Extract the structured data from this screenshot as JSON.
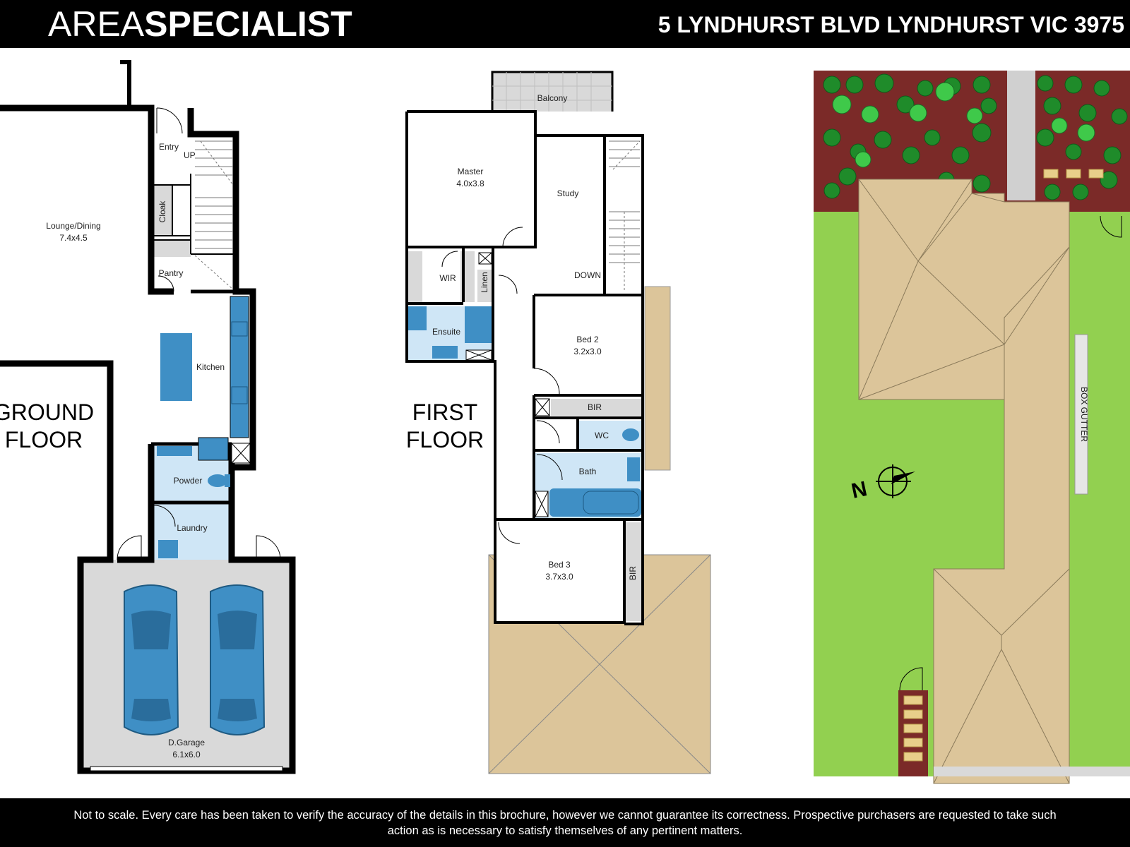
{
  "header": {
    "brand_light": "AREA",
    "brand_bold": "SPECIALIST",
    "address": "5 LYNDHURST BLVD LYNDHURST VIC 3975"
  },
  "ground_floor": {
    "title_line1": "GROUND",
    "title_line2": "FLOOR",
    "entry": "Entry",
    "up": "UP",
    "lounge": "Lounge/Dining",
    "lounge_size": "7.4x4.5",
    "cloak": "Cloak",
    "pantry": "Pantry",
    "kitchen": "Kitchen",
    "powder": "Powder",
    "laundry": "Laundry",
    "garage": "D.Garage",
    "garage_size": "6.1x6.0"
  },
  "first_floor": {
    "title_line1": "FIRST",
    "title_line2": "FLOOR",
    "balcony": "Balcony",
    "master": "Master",
    "master_size": "4.0x3.8",
    "study": "Study",
    "wir": "WIR",
    "linen": "Linen",
    "down": "DOWN",
    "ensuite": "Ensuite",
    "bed2": "Bed 2",
    "bed2_size": "3.2x3.0",
    "bir": "BIR",
    "wc": "WC",
    "bath": "Bath",
    "bed3": "Bed 3",
    "bed3_size": "3.7x3.0",
    "bir2": "BIR"
  },
  "site_plan": {
    "box_gutter": "BOX GUTTER",
    "north": "N"
  },
  "footer": {
    "disclaimer": "Not to scale. Every care has been taken to verify the accuracy of the details in this brochure, however we cannot guarantee its correctness. Prospective purchasers are requested to take such action as is necessary to satisfy themselves of any pertinent matters."
  },
  "colors": {
    "wall": "#000000",
    "wet_area": "#cfe6f6",
    "fixture": "#3f8fc5",
    "garage_floor": "#d9d9d9",
    "roof": "#dcc59a",
    "lawn": "#92d050",
    "garden_bed": "#7b2a28"
  }
}
